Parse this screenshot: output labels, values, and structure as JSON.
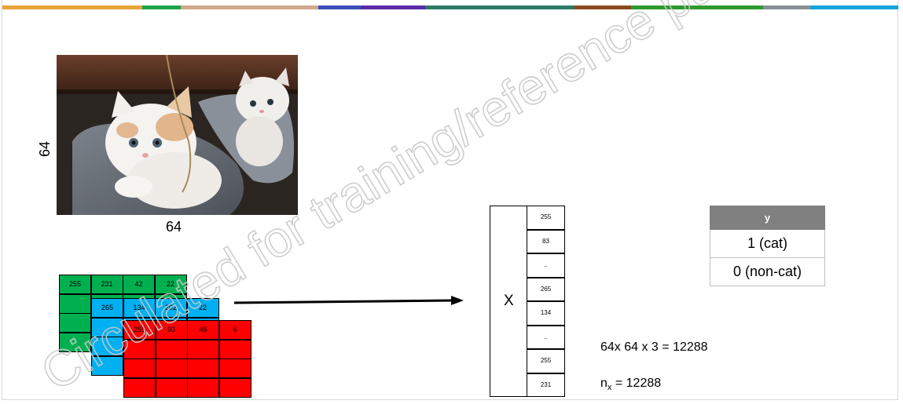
{
  "top_bar_colors": [
    "#e8a33a",
    "#1fa24a",
    "#d0a98a",
    "#3e4eb8",
    "#5b2aa8",
    "#2f7a66",
    "#8b4a1e",
    "#2e9a2e",
    "#8a8f96",
    "#18a2dc"
  ],
  "image": {
    "height_label": "64",
    "width_label": "64"
  },
  "grids": {
    "green": {
      "color": "#00b050",
      "values": [
        "255",
        "231",
        "42",
        "22"
      ]
    },
    "blue": {
      "color": "#00b0f0",
      "values": [
        "265",
        "134",
        "202",
        "22"
      ]
    },
    "red": {
      "color": "#ff0000",
      "values": [
        "255",
        "93",
        "45",
        "6"
      ]
    }
  },
  "vector": {
    "label": "X",
    "values": [
      "255",
      "83",
      "..",
      "265",
      "134",
      "..",
      "255",
      "231"
    ]
  },
  "y_table": {
    "header": "y",
    "rows": [
      "1 (cat)",
      "0 (non-cat)"
    ]
  },
  "formulas": {
    "size_calc": "64x 64 x 3 = 12288",
    "nx_base": "n",
    "nx_sub": "x",
    "nx_rest": " = 12288"
  },
  "watermark": {
    "text": "Circulated for training/reference purposes"
  }
}
